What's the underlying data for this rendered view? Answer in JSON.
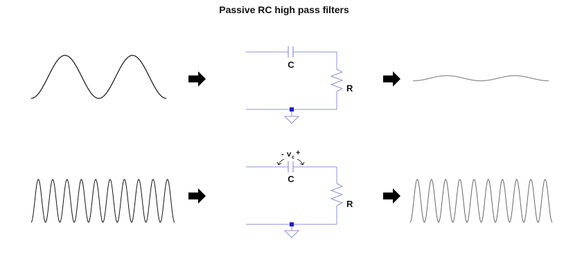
{
  "title": "Passive RC high pass filters",
  "colors": {
    "wire": "#8c8fe0",
    "node": "#1a1ad6",
    "arrow": "#000000",
    "wave_input": "#111111",
    "wave_output": "#888888"
  },
  "rows": [
    {
      "input_wave": {
        "cycles": 2,
        "amplitude": 1.0
      },
      "circuit": {
        "capacitor_label": "C",
        "resistor_label": "R",
        "show_voltage_annotation": false
      },
      "output_wave": {
        "cycles": 2,
        "amplitude": 0.12
      }
    },
    {
      "input_wave": {
        "cycles": 10,
        "amplitude": 1.0
      },
      "circuit": {
        "capacitor_label": "C",
        "resistor_label": "R",
        "show_voltage_annotation": true,
        "voltage_annotation": {
          "minus": "-",
          "symbol": "v",
          "subscript": "c",
          "plus": "+"
        }
      },
      "output_wave": {
        "cycles": 10,
        "amplitude": 1.0
      }
    }
  ]
}
